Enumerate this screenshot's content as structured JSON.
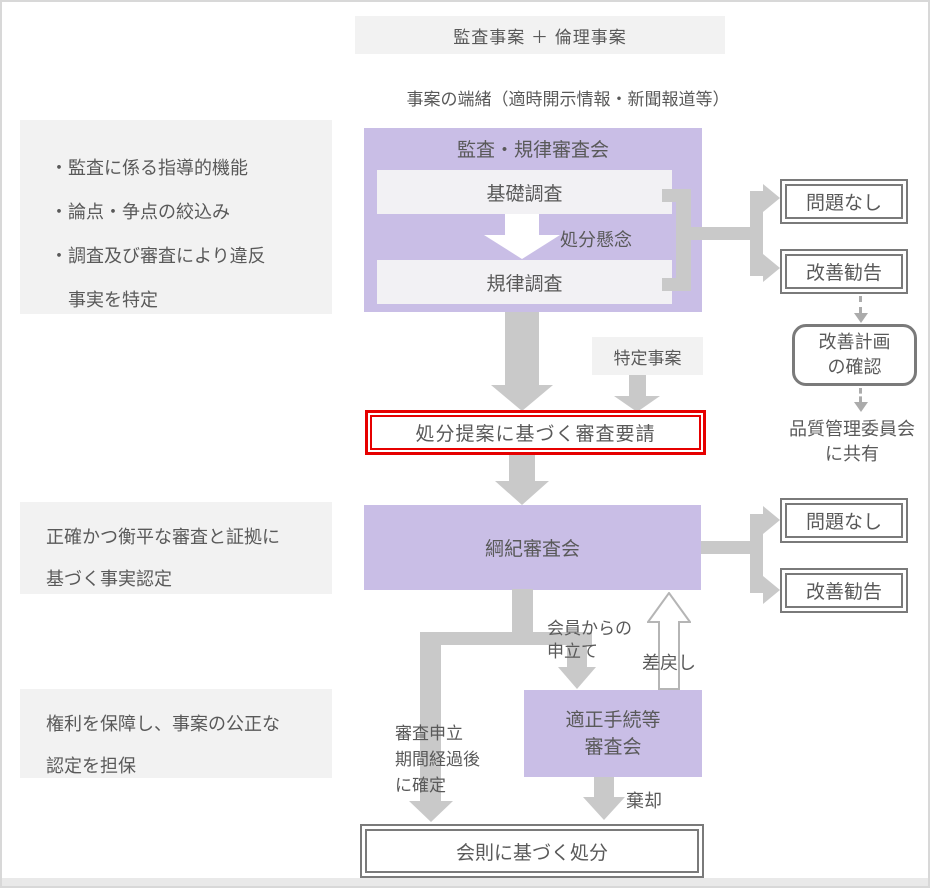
{
  "colors": {
    "purple_box": "#c9bee6",
    "gray_note_box": "#f2f2f2",
    "inner_box": "#f2f1f4",
    "arrow_gray": "#c9c9c9",
    "outline_border": "#7a7a7a",
    "red_accent": "#e60000",
    "text": "#595959",
    "dotted_arrow": "#ababab"
  },
  "top": {
    "header": "監査事案 ＋ 倫理事案",
    "subtitle": "事案の端緒（適時開示情報・新聞報道等）"
  },
  "left_notes": {
    "audit": [
      "・監査に係る指導的機能",
      "・論点・争点の絞込み",
      "・調査及び審査により違反",
      "　事実を特定"
    ],
    "review": [
      "正確かつ衡平な審査と証拠に",
      "基づく事実認定"
    ],
    "rights": [
      "権利を保障し、事案の公正な",
      "認定を担保"
    ]
  },
  "audit_board": {
    "title": "監査・規律審査会",
    "basic": "基礎調査",
    "discipline": "規律調査",
    "concern": "処分懸念"
  },
  "right_top": {
    "no_problem": "問題なし",
    "recommend": "改善勧告",
    "plan": [
      "改善計画",
      "の確認"
    ],
    "share": [
      "品質管理委員会",
      "に共有"
    ]
  },
  "middle": {
    "specific": "特定事案",
    "request": "処分提案に基づく審査要請"
  },
  "kouki_board": {
    "title": "綱紀審査会",
    "no_problem": "問題なし",
    "recommend": "改善勧告"
  },
  "flow_labels": {
    "appeal": [
      "会員からの",
      "申立て"
    ],
    "remand": "差戻し",
    "period": [
      "審査申立",
      "期間経過後",
      "に確定"
    ],
    "dismiss": "棄却"
  },
  "due_board": [
    "適正手続等",
    "審査会"
  ],
  "final_box": "会則に基づく処分"
}
